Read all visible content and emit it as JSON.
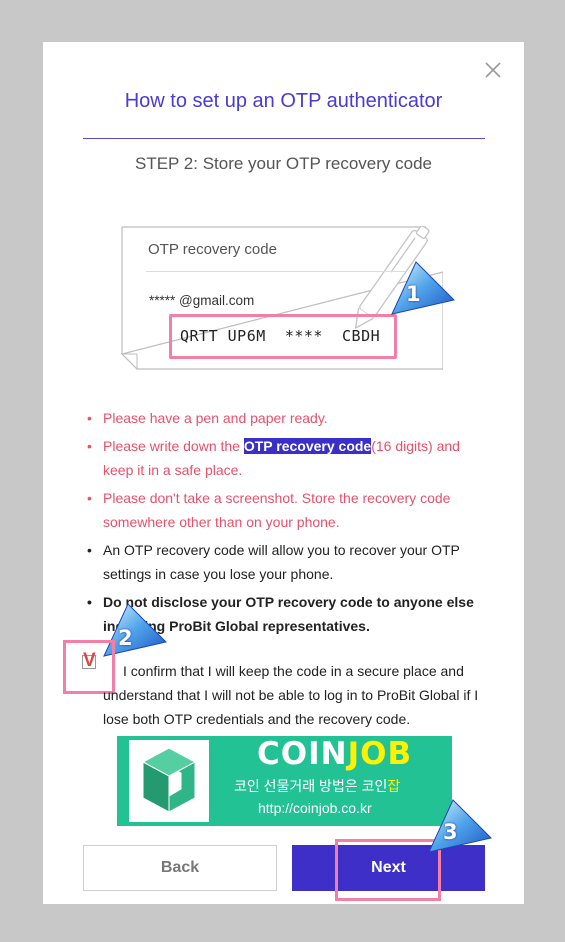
{
  "modal": {
    "title": "How to set up an OTP authenticator",
    "step": "STEP 2: Store your OTP recovery code"
  },
  "card": {
    "label": "OTP recovery code",
    "email": "***** @gmail.com",
    "code": "QRTT UP6M  ****  CBDH"
  },
  "annotations": [
    "1",
    "2",
    "3"
  ],
  "notes": {
    "n1": "Please have a pen and paper ready.",
    "n2_pre": "Please write down the ",
    "n2_hl": "OTP recovery code",
    "n2_post": "(16 digits) and keep it in a safe place.",
    "n3": "Please don't take a screenshot. Store the recovery code somewhere other than on your phone.",
    "n4": "An OTP recovery code will allow you to recover your OTP settings in case you lose your phone.",
    "n5": "Do not disclose your OTP recovery code to anyone else including ProBit Global representatives."
  },
  "confirm": {
    "mark": "V",
    "text": "I confirm that I will keep the code in a secure place and understand that I will not be able to log in to ProBit Global if I lose both OTP credentials and the recovery code."
  },
  "banner": {
    "brand_a": "COIN",
    "brand_b": "JOB",
    "tagline_a": "코인 선물거래 방법은 코인",
    "tagline_b": "잡",
    "url": "http://coinjob.co.kr"
  },
  "buttons": {
    "back": "Back",
    "next": "Next"
  },
  "colors": {
    "accent": "#3f2fc9",
    "warning": "#e8506b",
    "highlight": "#f37fa6",
    "banner": "#23c295"
  }
}
